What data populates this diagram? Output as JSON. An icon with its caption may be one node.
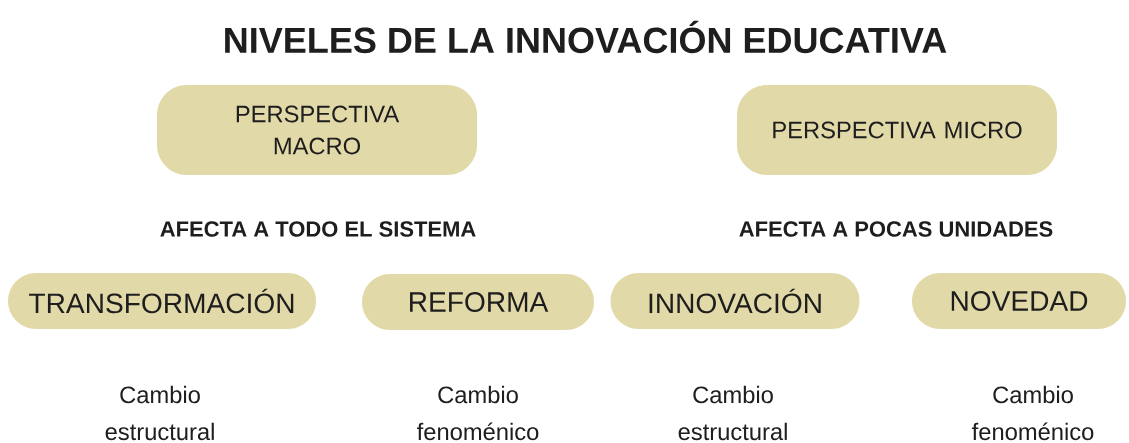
{
  "diagram": {
    "title": "NIVELES DE LA INNOVACIÓN EDUCATIVA",
    "nodes": [
      {
        "text": [
          "PERSPECTIVA MACRO"
        ]
      },
      {
        "text": [
          "PERSPECTIVA MICRO"
        ]
      },
      {
        "text": [
          "TRANSFORMACIÓN"
        ],
        "beside": [
          "Cambio estructural"
        ]
      },
      {
        "text": [
          "REFORMA"
        ],
        "beside": [
          "Cambio fenoménico"
        ]
      },
      {
        "text": [
          "INNOVACIÓN"
        ],
        "beside": [
          "Cambio estructural"
        ]
      },
      {
        "text": [
          "NOVEDAD"
        ],
        "beside": [
          "Cambio fenoménico"
        ]
      }
    ],
    "labels": [
      "AFECTA A TODO EL SISTEMA",
      "AFECTA A POCAS UNIDADES"
    ]
  }
}
